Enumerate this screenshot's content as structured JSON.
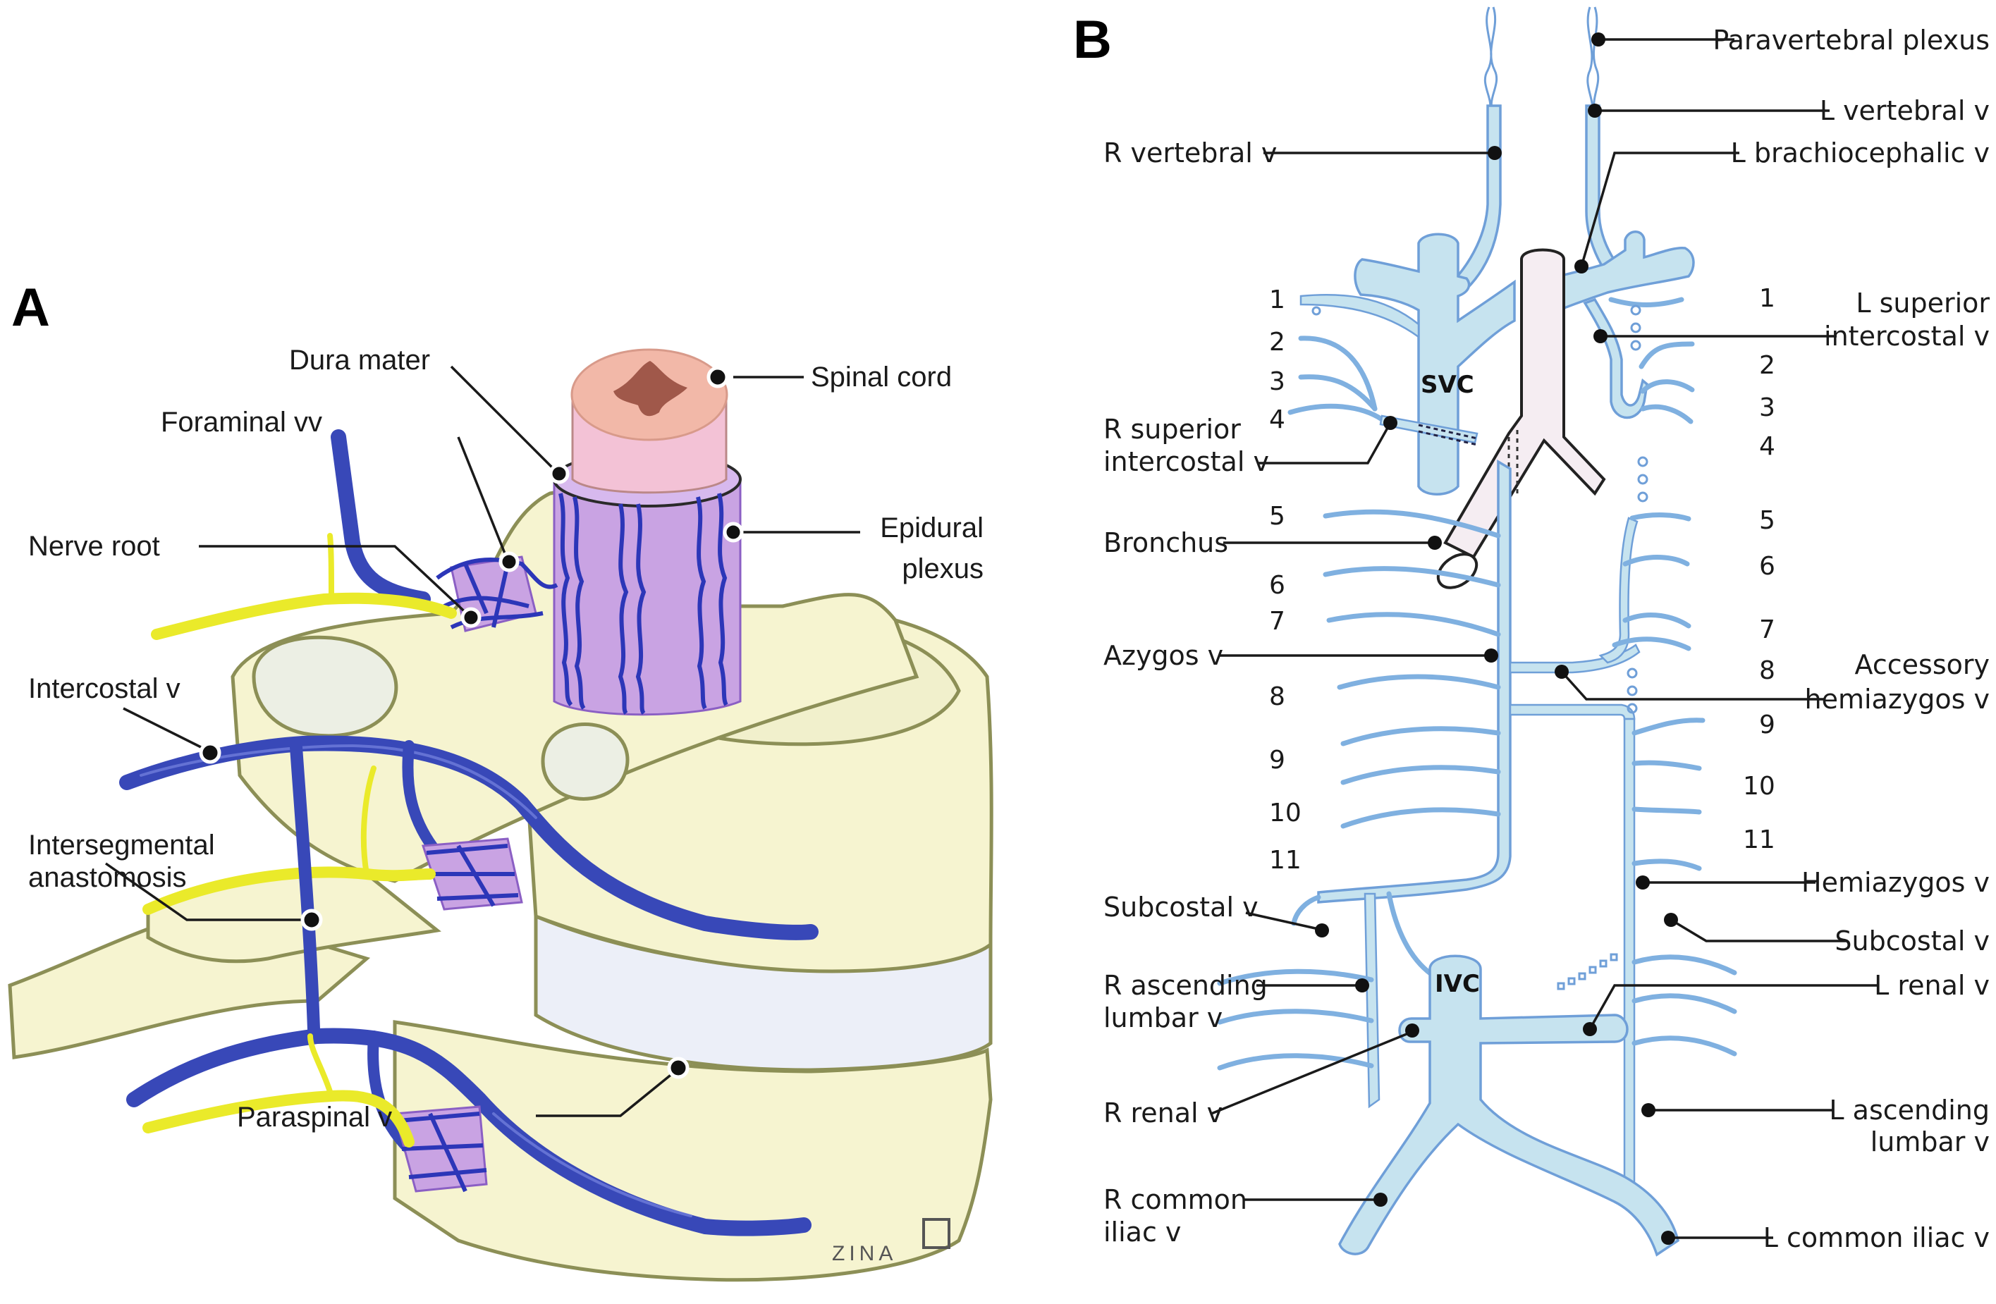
{
  "panels": {
    "a": {
      "label": "A",
      "labels": {
        "dura_mater": "Dura mater",
        "spinal_cord": "Spinal cord",
        "foraminal_vv": "Foraminal vv",
        "nerve_root": "Nerve root",
        "epidural_plexus_1": "Epidural",
        "epidural_plexus_2": "plexus",
        "intercostal_v": "Intercostal v",
        "intersegmental_1": "Intersegmental",
        "intersegmental_2": "anastomosis",
        "paraspinal_v": "Paraspinal v"
      },
      "signature": "ZINA"
    },
    "b": {
      "label": "B",
      "structures": {
        "svc": "SVC",
        "ivc": "IVC"
      },
      "right_side_labels": {
        "paravertebral_plexus": "Paravertebral plexus",
        "l_vertebral_v": "L vertebral v",
        "l_brachiocephalic_v": "L brachiocephalic v",
        "l_superior_intercostal_1": "L superior",
        "l_superior_intercostal_2": "intercostal v",
        "accessory_hemiazygos_1": "Accessory",
        "accessory_hemiazygos_2": "hemiazygos v",
        "hemiazygos_v": "Hemiazygos v",
        "subcostal_v": "Subcostal v",
        "l_renal_v": "L renal v",
        "l_ascending_lumbar_1": "L ascending",
        "l_ascending_lumbar_2": "lumbar v",
        "l_common_iliac_v": "L common iliac v"
      },
      "left_side_labels": {
        "r_vertebral_v": "R vertebral v",
        "r_superior_intercostal_1": "R superior",
        "r_superior_intercostal_2": "intercostal v",
        "bronchus": "Bronchus",
        "azygos_v": "Azygos v",
        "subcostal_v": "Subcostal v",
        "r_ascending_lumbar_1": "R ascending",
        "r_ascending_lumbar_2": "lumbar v",
        "r_renal_v": "R renal v",
        "r_common_iliac_1": "R common",
        "r_common_iliac_2": "iliac v"
      },
      "rib_numbers_left": [
        "1",
        "2",
        "3",
        "4",
        "5",
        "6",
        "7",
        "8",
        "9",
        "10",
        "11"
      ],
      "rib_numbers_right": [
        "1",
        "2",
        "3",
        "4",
        "5",
        "6",
        "7",
        "8",
        "9",
        "10",
        "11"
      ]
    }
  },
  "colors": {
    "vein_fill": "#c6e3ef",
    "vein_outline": "#6f9fd8",
    "deep_vein": "#3848b8",
    "nerve": "#eaea2a",
    "bone": "#f6f4d0",
    "dura": "#c9a3e3",
    "cord": "#f2b8a8"
  }
}
